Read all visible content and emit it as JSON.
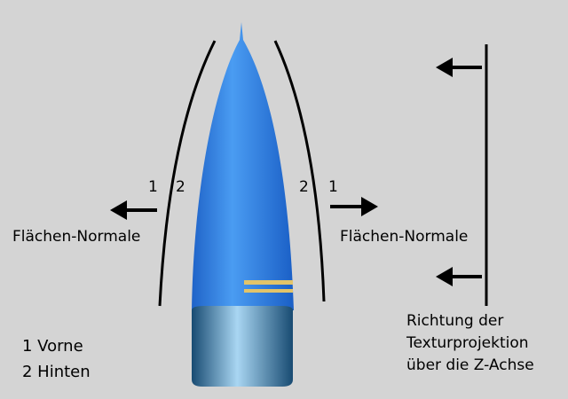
{
  "left_normal": {
    "label": "Flächen-Normale",
    "num1": "1",
    "num2": "2"
  },
  "right_normal": {
    "label": "Flächen-Normale",
    "num1": "1",
    "num2": "2"
  },
  "projection": {
    "line1": "Richtung der",
    "line2": "Texturprojektion",
    "line3": "über die Z-Achse"
  },
  "legend": {
    "item1": "1 Vorne",
    "item2": "2 Hinten"
  },
  "colors": {
    "tube": "#2f7fe0",
    "cap": "#1f5f8c",
    "stripe": "#e2c46a",
    "background": "#d4d4d4"
  }
}
